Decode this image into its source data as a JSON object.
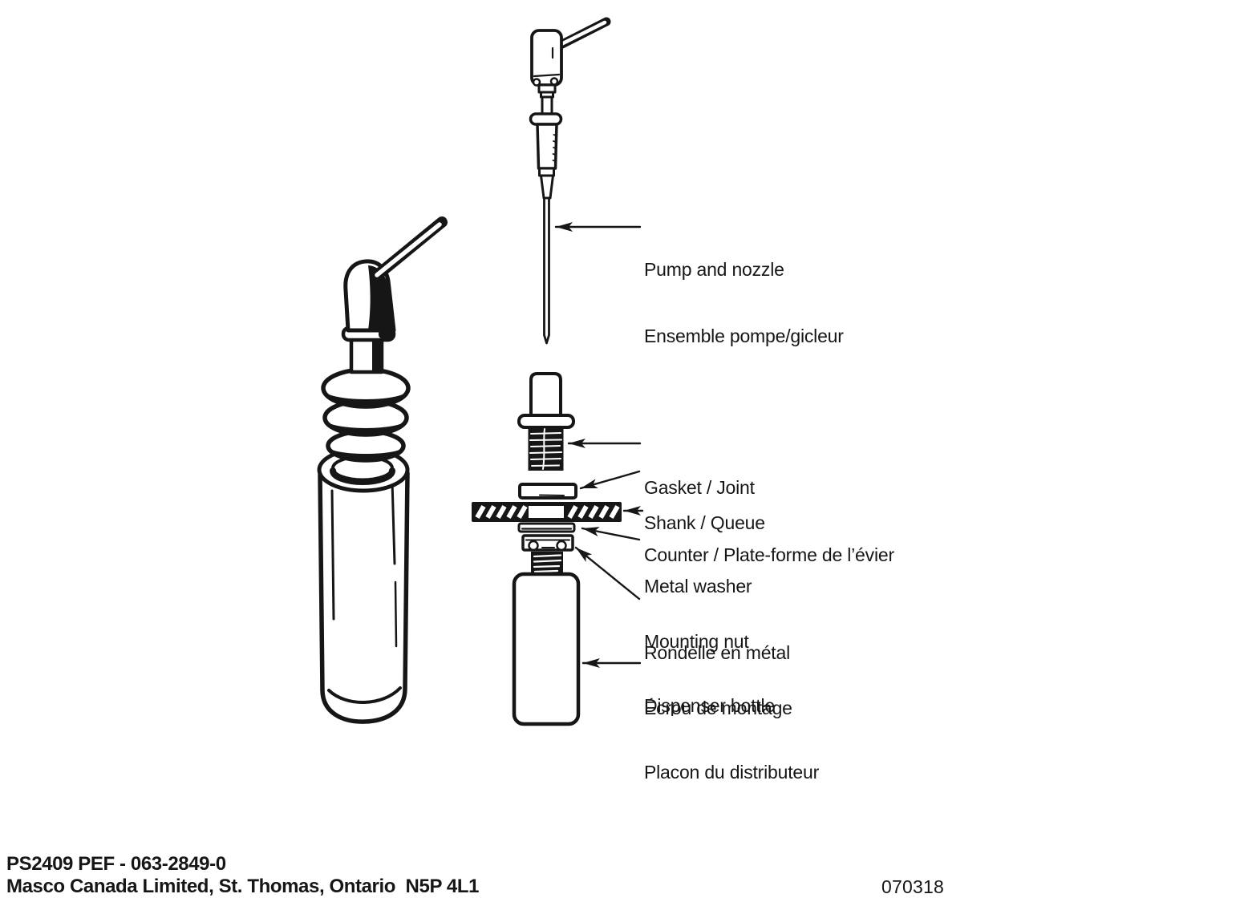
{
  "ink_color": "#161616",
  "callouts": [
    {
      "id": "pump-and-nozzle",
      "line1": "Pump and nozzle",
      "line2": "Ensemble pompe/gicleur"
    },
    {
      "id": "gasket",
      "line1": "Gasket / Joint",
      "line2": ""
    },
    {
      "id": "shank",
      "line1": "Shank / Queue",
      "line2": ""
    },
    {
      "id": "counter",
      "line1": "Counter / Plate-forme de l’évier",
      "line2": ""
    },
    {
      "id": "metal-washer",
      "line1": "Metal washer",
      "line2": "Rondelle en métal"
    },
    {
      "id": "mounting-nut",
      "line1": "Mounting nut",
      "line2": "Écrou de montage"
    },
    {
      "id": "dispenser-bottle",
      "line1": "Dispenser bottle",
      "line2": "Placon du distributeur"
    }
  ],
  "footer": {
    "model_line": "PS2409 PEF - 063-2849-0",
    "company_line": "Masco Canada Limited, St. Thomas, Ontario  N5P 4L1",
    "date_code": "070318"
  }
}
